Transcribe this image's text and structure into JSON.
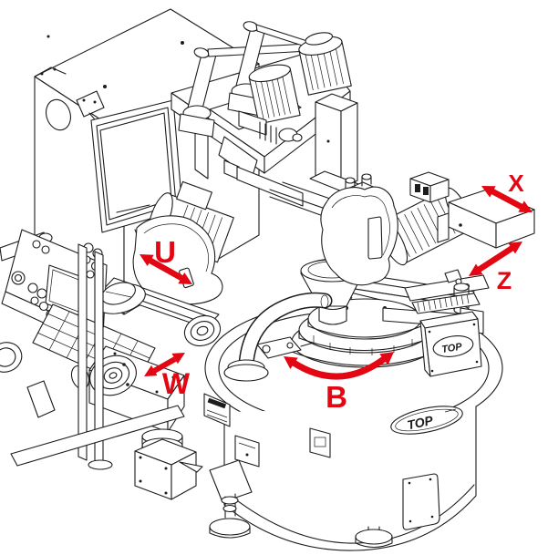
{
  "canvas": {
    "background": "#ffffff",
    "line_color": "#1c1c1c",
    "annotation_color": "#e30613"
  },
  "annotations": {
    "axis_x": "X",
    "axis_z": "Z",
    "axis_u": "U",
    "axis_w": "W",
    "axis_b": "B"
  },
  "branding": {
    "control_box_logo": "TOP",
    "base_badge_logo": "TOP"
  }
}
